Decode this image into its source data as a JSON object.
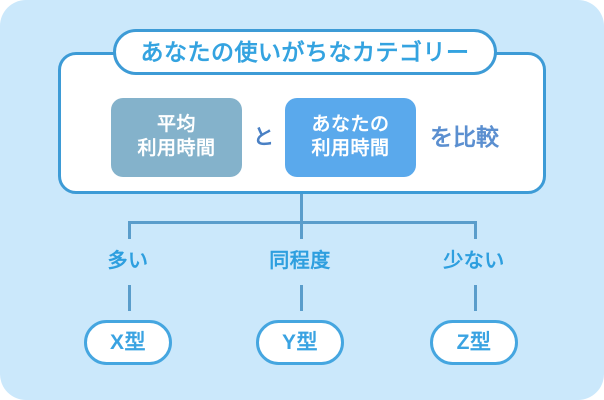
{
  "theme": {
    "page_bg": "#cbe8fb",
    "card_bg": "#ffffff",
    "border_blue": "#3d9bd6",
    "accent_blue": "#34a3e0",
    "average_box_bg": "#84b2cb",
    "yours_box_bg": "#5aa9ec",
    "connector_blue": "#5a9dcb",
    "suffix_text": "#5b8fd0"
  },
  "header": {
    "title": "あなたの使いがちなカテゴリー"
  },
  "compare": {
    "average_box": {
      "line1": "平均",
      "line2": "利用時間"
    },
    "conjunction": "と",
    "yours_box": {
      "line1": "あなたの",
      "line2": "利用時間"
    },
    "suffix": "を比較"
  },
  "branches": [
    {
      "label": "多い",
      "result": "X型"
    },
    {
      "label": "同程度",
      "result": "Y型"
    },
    {
      "label": "少ない",
      "result": "Z型"
    }
  ]
}
